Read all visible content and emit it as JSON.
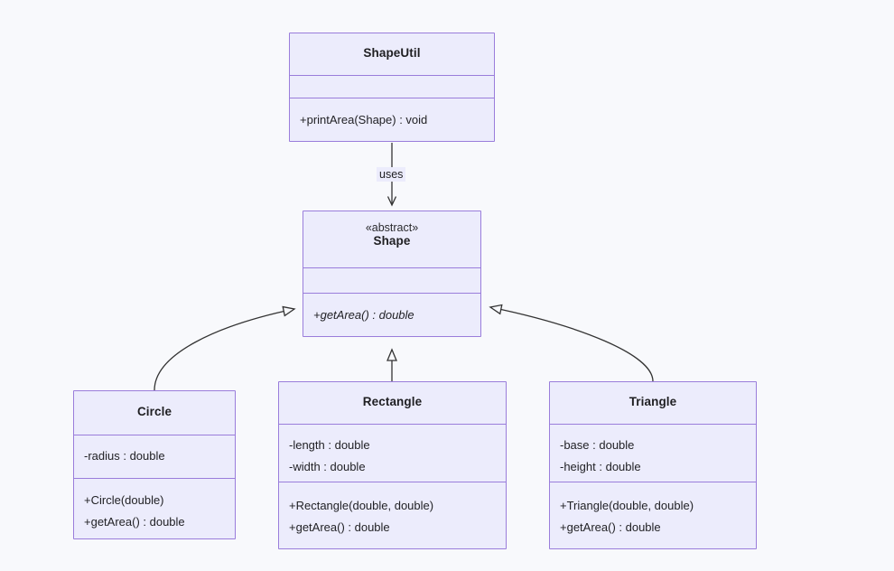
{
  "diagram": {
    "kind": "uml-class-diagram",
    "background_color": "#f8f9fc",
    "class_fill_color": "#ececfc",
    "class_border_color": "#9a7ddb",
    "edge_color": "#333333",
    "classes": [
      {
        "id": "shapeutil",
        "name": "ShapeUtil",
        "stereotype": "",
        "attributes": [],
        "methods": [
          "+printArea(Shape) : void"
        ]
      },
      {
        "id": "shape",
        "name": "Shape",
        "stereotype": "«abstract»",
        "attributes": [],
        "methods": [
          "+getArea() : double"
        ]
      },
      {
        "id": "circle",
        "name": "Circle",
        "stereotype": "",
        "attributes": [
          "-radius : double"
        ],
        "methods": [
          "+Circle(double)",
          "+getArea() : double"
        ]
      },
      {
        "id": "rectangle",
        "name": "Rectangle",
        "stereotype": "",
        "attributes": [
          "-length : double",
          "-width : double"
        ],
        "methods": [
          "+Rectangle(double, double)",
          "+getArea() : double"
        ]
      },
      {
        "id": "triangle",
        "name": "Triangle",
        "stereotype": "",
        "attributes": [
          "-base : double",
          "-height : double"
        ],
        "methods": [
          "+Triangle(double, double)",
          "+getArea() : double"
        ]
      }
    ],
    "relationships": [
      {
        "id": "uses",
        "from": "ShapeUtil",
        "to": "Shape",
        "type": "dependency",
        "label": "uses"
      },
      {
        "id": "circle-shape",
        "from": "Circle",
        "to": "Shape",
        "type": "inheritance",
        "label": ""
      },
      {
        "id": "rectangle-shape",
        "from": "Rectangle",
        "to": "Shape",
        "type": "inheritance",
        "label": ""
      },
      {
        "id": "triangle-shape",
        "from": "Triangle",
        "to": "Shape",
        "type": "inheritance",
        "label": ""
      }
    ]
  }
}
